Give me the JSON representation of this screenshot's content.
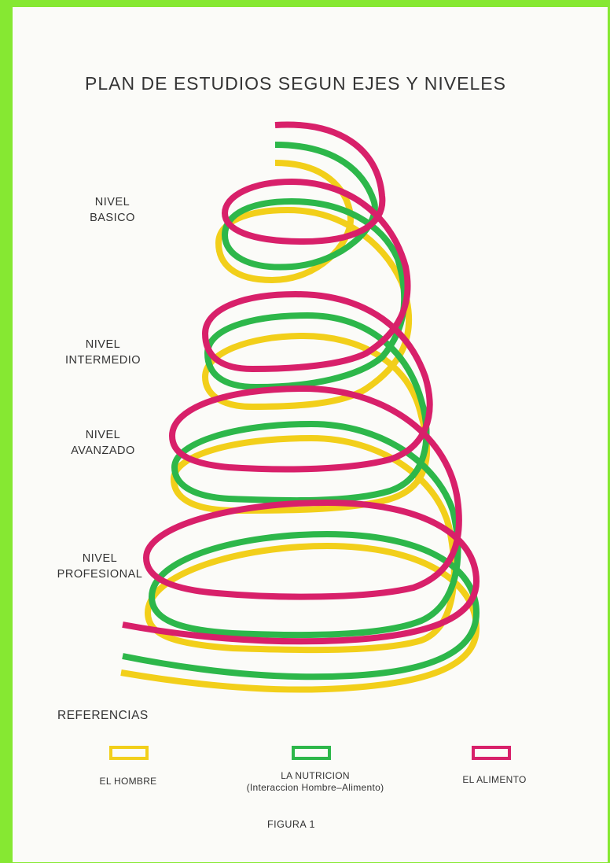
{
  "title": "PLAN DE ESTUDIOS SEGUN EJES Y NIVELES",
  "levels": [
    {
      "line1": "NIVEL",
      "line2": "BASICO"
    },
    {
      "line1": "NIVEL",
      "line2": "INTERMEDIO"
    },
    {
      "line1": "NIVEL",
      "line2": "AVANZADO"
    },
    {
      "line1": "NIVEL",
      "line2": "PROFESIONAL"
    }
  ],
  "references": {
    "title": "REFERENCIAS",
    "items": [
      {
        "label": "EL HOMBRE",
        "sublabel": "",
        "color": "#f2cf1a"
      },
      {
        "label": "LA NUTRICION",
        "sublabel": "(Interaccion Hombre–Alimento)",
        "color": "#2db74a"
      },
      {
        "label": "EL ALIMENTO",
        "sublabel": "",
        "color": "#d8206a"
      }
    ]
  },
  "figure_label": "FIGURA 1",
  "colors": {
    "page": "#fbfbf8",
    "frame": "#86e832",
    "hombre": "#f2cf1a",
    "nutricion": "#2db74a",
    "alimento": "#d8206a"
  }
}
